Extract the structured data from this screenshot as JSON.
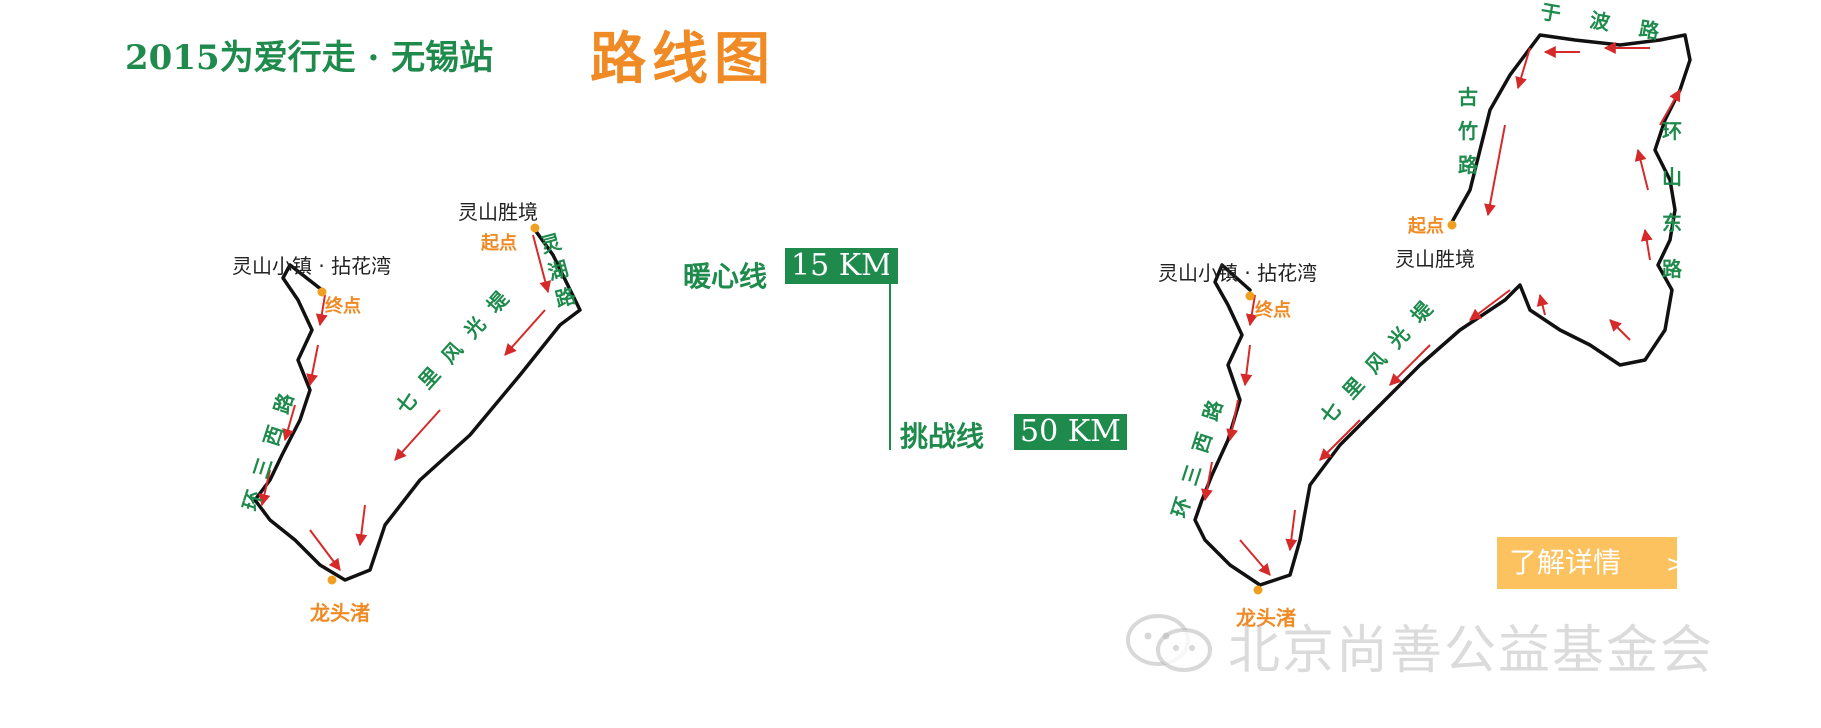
{
  "header": {
    "title": "2015为爱行走 · 无锡站",
    "subtitle": "路线图"
  },
  "routes": {
    "short": {
      "name": "暖心线",
      "distance": "15 KM"
    },
    "long": {
      "name": "挑战线",
      "distance": "50 KM"
    }
  },
  "map_left": {
    "start_place": "灵山胜境",
    "start_marker": "起点",
    "end_place": "灵山小镇 · 拈花湾",
    "end_marker": "终点",
    "turn_point": "龙头渚",
    "road_linghu": "灵湖路",
    "road_qilifengguangdi": "七里风光堤",
    "road_xisanhuan": "环三西路"
  },
  "map_right": {
    "start_place": "灵山胜境",
    "start_marker": "起点",
    "end_place": "灵山小镇 · 拈花湾",
    "end_marker": "终点",
    "turn_point": "龙头渚",
    "road_guzhu": "古竹路",
    "road_yubo": "于波路",
    "road_huanshandong": "环山东路",
    "road_qilifengguangdi": "七里风光堤",
    "road_xisanhuan": "环三西路"
  },
  "detail_button": {
    "label": "了解详情",
    "chevron": ">"
  },
  "watermark": {
    "text": "北京尚善公益基金会",
    "icon": "wechat-icon"
  },
  "colors": {
    "green": "#1e8a4c",
    "orange": "#f08a24",
    "route_black": "#111111",
    "arrow_red": "#d62a2a",
    "marker": "#f0a020",
    "button": "#fbc25f"
  }
}
